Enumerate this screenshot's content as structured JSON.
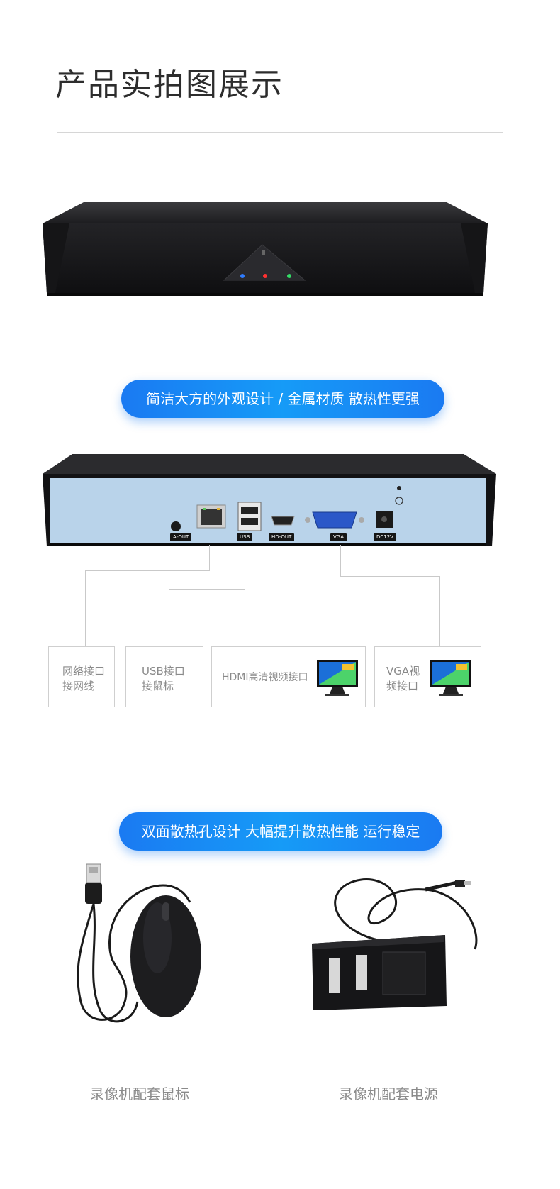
{
  "header": {
    "title": "产品实拍图展示"
  },
  "features": {
    "design_pill": "简洁大方的外观设计 / 金属材质 散热性更强",
    "cooling_pill": "双面散热孔设计  大幅提升散热性能  运行稳定"
  },
  "rear_panel": {
    "tags": {
      "aout": "A-OUT",
      "usb": "USB",
      "hdout": "HD-OUT",
      "vga": "VGA",
      "dc": "DC12V"
    }
  },
  "ports": [
    {
      "line1": "网络接口",
      "line2": "接网线"
    },
    {
      "line1": "USB接口",
      "line2": "接鼠标"
    },
    {
      "line1": "HDMI高清视频接口",
      "line2": ""
    },
    {
      "line1": "VGA视",
      "line2": "频接口"
    }
  ],
  "accessories": {
    "mouse_caption": "录像机配套鼠标",
    "power_caption": "录像机配套电源"
  },
  "colors": {
    "accent_blue": "#1a7af2",
    "device_black": "#1b1b1d",
    "rear_panel_blue": "#b9d3ea"
  }
}
